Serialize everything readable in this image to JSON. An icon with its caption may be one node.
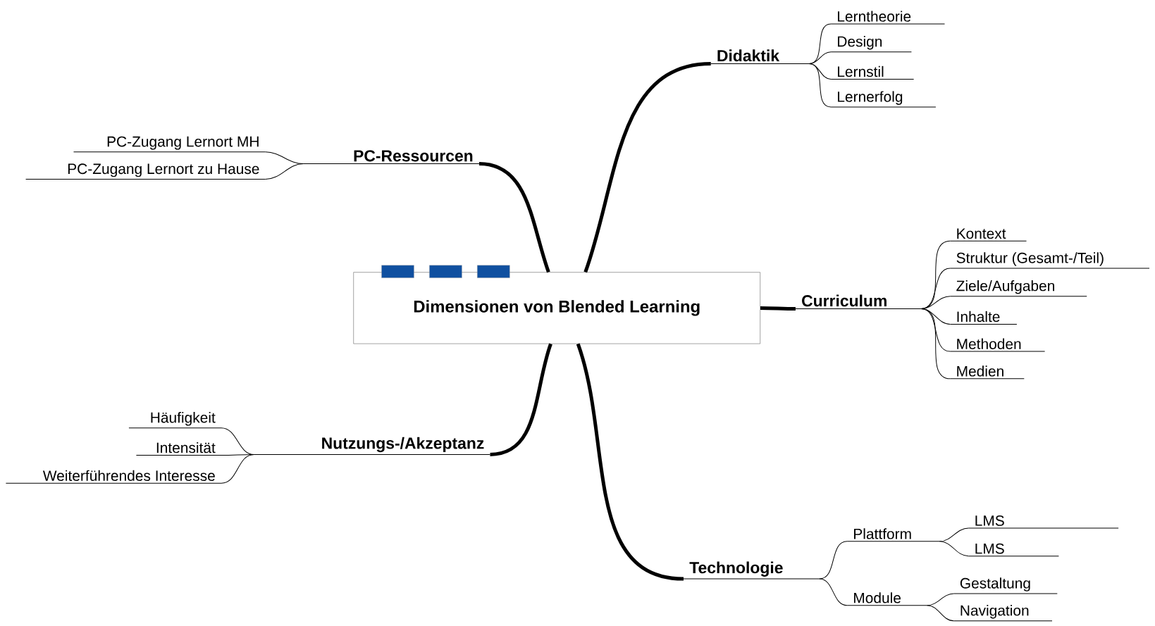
{
  "diagram": {
    "nodes": [
      {
        "text": [
          "Dimensionen von Blended Learning"
        ]
      },
      {
        "text": [
          "Didaktik"
        ]
      },
      {
        "text": [
          "Lerntheorie"
        ]
      },
      {
        "text": [
          "Design"
        ]
      },
      {
        "text": [
          "Lernstil"
        ]
      },
      {
        "text": [
          "Lernerfolg"
        ]
      },
      {
        "text": [
          "PC-Ressourcen"
        ]
      },
      {
        "text": [
          "PC-Zugang Lernort MH"
        ]
      },
      {
        "text": [
          "PC-Zugang Lernort zu Hause"
        ]
      },
      {
        "text": [
          "Curriculum"
        ]
      },
      {
        "text": [
          "Kontext"
        ]
      },
      {
        "text": [
          "Struktur (Gesamt-/Teil)"
        ]
      },
      {
        "text": [
          "Ziele/Aufgaben"
        ]
      },
      {
        "text": [
          "Inhalte"
        ]
      },
      {
        "text": [
          "Methoden"
        ]
      },
      {
        "text": [
          "Medien"
        ]
      },
      {
        "text": [
          "Nutzungs-/Akzeptanz"
        ]
      },
      {
        "text": [
          "Häufigkeit"
        ]
      },
      {
        "text": [
          "Intensität"
        ]
      },
      {
        "text": [
          "Weiterführendes Interesse"
        ]
      },
      {
        "text": [
          "Technologie"
        ]
      },
      {
        "text": [
          "Plattform"
        ]
      },
      {
        "text": [
          "LMS"
        ]
      },
      {
        "text": [
          "LMS"
        ]
      },
      {
        "text": [
          "Module"
        ]
      },
      {
        "text": [
          "Gestaltung"
        ]
      },
      {
        "text": [
          "Navigation"
        ]
      }
    ],
    "edges": [
      {
        "from": 0,
        "to": 1,
        "arrow": "none",
        "style": "thick"
      },
      {
        "from": 1,
        "to": 2,
        "arrow": "none"
      },
      {
        "from": 1,
        "to": 3,
        "arrow": "none"
      },
      {
        "from": 1,
        "to": 4,
        "arrow": "none"
      },
      {
        "from": 1,
        "to": 5,
        "arrow": "none"
      },
      {
        "from": 0,
        "to": 6,
        "arrow": "none",
        "style": "thick"
      },
      {
        "from": 6,
        "to": 7,
        "arrow": "none"
      },
      {
        "from": 6,
        "to": 8,
        "arrow": "none"
      },
      {
        "from": 0,
        "to": 9,
        "arrow": "none",
        "style": "thick"
      },
      {
        "from": 9,
        "to": 10,
        "arrow": "none"
      },
      {
        "from": 9,
        "to": 11,
        "arrow": "none"
      },
      {
        "from": 9,
        "to": 12,
        "arrow": "none"
      },
      {
        "from": 9,
        "to": 13,
        "arrow": "none"
      },
      {
        "from": 9,
        "to": 14,
        "arrow": "none"
      },
      {
        "from": 9,
        "to": 15,
        "arrow": "none"
      },
      {
        "from": 0,
        "to": 16,
        "arrow": "none",
        "style": "thick"
      },
      {
        "from": 16,
        "to": 17,
        "arrow": "none"
      },
      {
        "from": 16,
        "to": 18,
        "arrow": "none"
      },
      {
        "from": 16,
        "to": 19,
        "arrow": "none"
      },
      {
        "from": 0,
        "to": 20,
        "arrow": "none",
        "style": "thick"
      },
      {
        "from": 20,
        "to": 21,
        "arrow": "none"
      },
      {
        "from": 21,
        "to": 22,
        "arrow": "none"
      },
      {
        "from": 21,
        "to": 23,
        "arrow": "none"
      },
      {
        "from": 20,
        "to": 24,
        "arrow": "none"
      },
      {
        "from": 24,
        "to": 25,
        "arrow": "none"
      },
      {
        "from": 24,
        "to": 26,
        "arrow": "none"
      }
    ]
  }
}
